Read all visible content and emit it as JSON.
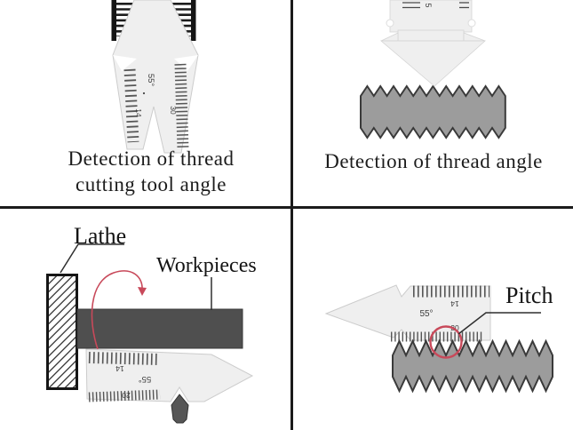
{
  "panels": {
    "top_left": {
      "caption_line1": "Detection of thread",
      "caption_line2": "cutting tool angle",
      "gauge": {
        "angle_label": "55°",
        "left_scale_label": "14",
        "right_scale_label": "30"
      }
    },
    "top_right": {
      "caption": "Detection of thread angle",
      "gauge": {
        "scale_label": "5"
      }
    },
    "bottom_left": {
      "lathe_label": "Lathe",
      "workpieces_label": "Workpieces",
      "gauge": {
        "angle_label": "55°",
        "upper_scale_label": "14",
        "lower_scale_label": "20"
      }
    },
    "bottom_right": {
      "pitch_label": "Pitch",
      "gauge": {
        "angle_label": "55°",
        "upper_scale_label": "14",
        "lower_scale_label": "20"
      }
    }
  },
  "colors": {
    "divider": "#1b1b1b",
    "thread_rod_fill": "#9c9c9c",
    "thread_rod_outline": "#3a3a3a",
    "workpiece_bar_fill": "#4f4f4f",
    "gauge_fill": "#efefef",
    "annotation_red": "#c8495a",
    "text": "#1c1c1c"
  }
}
